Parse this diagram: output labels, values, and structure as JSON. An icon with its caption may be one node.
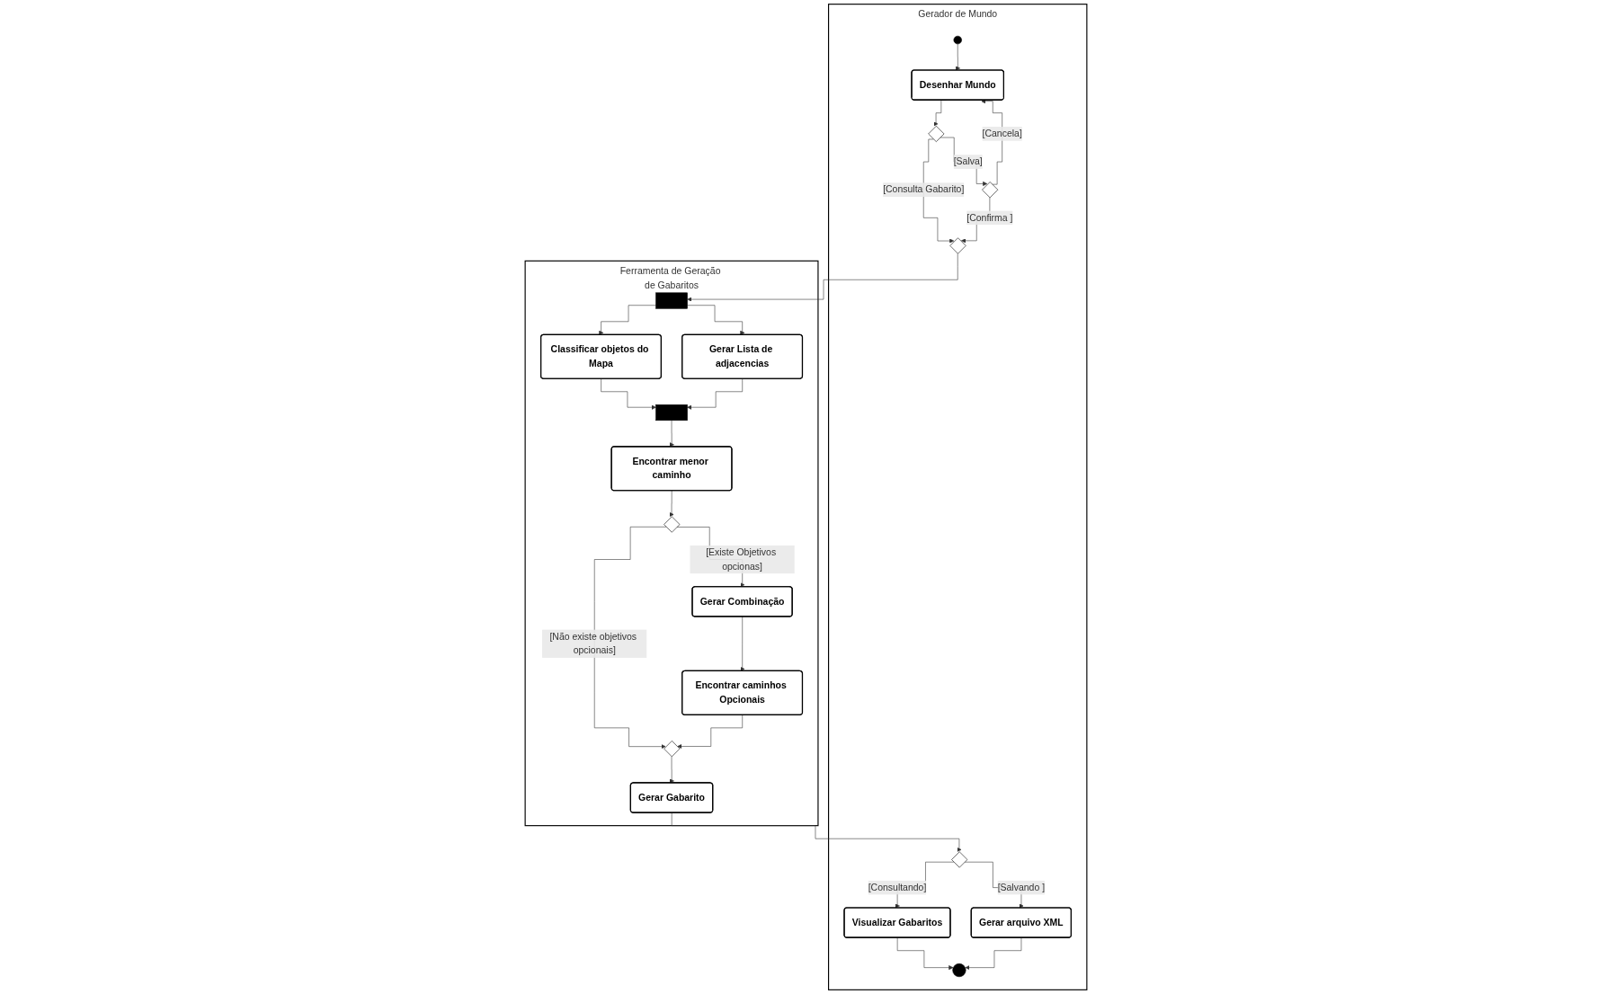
{
  "diagram": {
    "nodes": [
      {
        "text": [
          "Gerador de Mundo"
        ]
      },
      {
        "text": [
          "Ferramenta de Geração de Gabaritos"
        ]
      },
      {
        "text": [],
        "shape": "circle",
        "in": 0
      },
      {
        "text": [
          "Desenhar Mundo"
        ],
        "in": 0
      },
      {
        "text": [],
        "shape": "diamond",
        "in": 0
      },
      {
        "text": [],
        "shape": "diamond",
        "in": 0
      },
      {
        "text": [],
        "shape": "diamond",
        "in": 0
      },
      {
        "text": [],
        "shape": "bar",
        "in": 1
      },
      {
        "text": [
          "Classificar objetos do Mapa"
        ],
        "in": 1
      },
      {
        "text": [
          "Gerar Lista de adjacencias"
        ],
        "in": 1
      },
      {
        "text": [],
        "shape": "bar",
        "in": 1
      },
      {
        "text": [
          "Encontrar menor caminho"
        ],
        "in": 1
      },
      {
        "text": [],
        "shape": "diamond",
        "in": 1
      },
      {
        "text": [
          "Gerar Combinação"
        ],
        "in": 1
      },
      {
        "text": [
          "Encontrar caminhos Opcionais"
        ],
        "in": 1
      },
      {
        "text": [],
        "shape": "diamond",
        "in": 1
      },
      {
        "text": [
          "Gerar Gabarito"
        ],
        "in": 1
      },
      {
        "text": [],
        "shape": "diamond",
        "in": 0
      },
      {
        "text": [
          "Visualizar Gabaritos"
        ],
        "in": 0
      },
      {
        "text": [
          "Gerar arquivo XML"
        ],
        "in": 0
      },
      {
        "text": [],
        "shape": "circle",
        "in": 0
      }
    ],
    "edges": [
      {
        "from": 2,
        "to": 3,
        "arrow": "to"
      },
      {
        "from": 3,
        "to": 4,
        "arrow": "to"
      },
      {
        "from": 4,
        "to": 5,
        "label": "[Consulta Gabarito]",
        "arrow": "to"
      },
      {
        "from": 4,
        "to": 6,
        "label": "[Salva]",
        "arrow": "to"
      },
      {
        "from": 6,
        "to": 5,
        "label": "[Confirma ]",
        "arrow": "to"
      },
      {
        "from": 6,
        "to": 3,
        "label": "[Cancela]",
        "arrow": "to"
      },
      {
        "from": 5,
        "to": 7,
        "arrow": "to"
      },
      {
        "from": 7,
        "to": 8,
        "arrow": "to"
      },
      {
        "from": 7,
        "to": 9,
        "arrow": "to"
      },
      {
        "from": 8,
        "to": 10,
        "arrow": "to"
      },
      {
        "from": 9,
        "to": 10,
        "arrow": "to"
      },
      {
        "from": 10,
        "to": 11,
        "arrow": "to"
      },
      {
        "from": 11,
        "to": 12,
        "arrow": "to"
      },
      {
        "from": 12,
        "to": 13,
        "label": "[Existe Objetivos opcionas]",
        "arrow": "to"
      },
      {
        "from": 12,
        "to": 15,
        "label": "[Não existe objetivos opcionais]",
        "arrow": "to"
      },
      {
        "from": 13,
        "to": 14,
        "arrow": "to"
      },
      {
        "from": 14,
        "to": 15,
        "arrow": "to"
      },
      {
        "from": 15,
        "to": 16,
        "arrow": "to"
      },
      {
        "from": 16,
        "to": 17,
        "arrow": "to"
      },
      {
        "from": 17,
        "to": 18,
        "label": "[Consultando]",
        "arrow": "to"
      },
      {
        "from": 17,
        "to": 19,
        "label": "[Salvando ]",
        "arrow": "to"
      },
      {
        "from": 18,
        "to": 20,
        "arrow": "to"
      },
      {
        "from": 19,
        "to": 20,
        "arrow": "to"
      }
    ]
  }
}
